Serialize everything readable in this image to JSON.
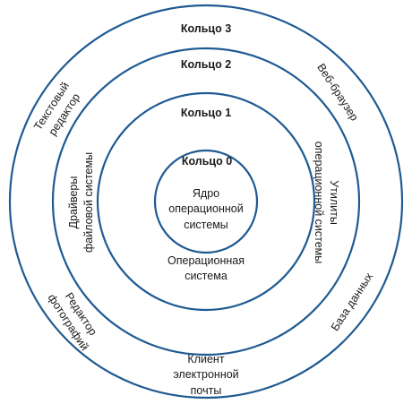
{
  "ring_colors": {
    "stroke": "#1f5a93",
    "text": "#1a1a1a",
    "background": "#ffffff"
  },
  "rings": {
    "ring0": {
      "title": "Кольцо 0"
    },
    "ring1": {
      "title": "Кольцо 1"
    },
    "ring2": {
      "title": "Кольцо 2"
    },
    "ring3": {
      "title": "Кольцо 3"
    }
  },
  "labels": {
    "kernel": [
      "Ядро",
      "операционной",
      "системы"
    ],
    "os": [
      "Операционная",
      "система"
    ],
    "fs_drivers": [
      "Драйверы",
      "файловой системы"
    ],
    "os_utilities": [
      "Утилиты",
      "операционной системы"
    ],
    "text_editor": [
      "Текстовый",
      "редактор"
    ],
    "web_browser": [
      "Веб-браузер"
    ],
    "photo_editor": [
      "Редактор",
      "фотографий"
    ],
    "database": [
      "База данных"
    ],
    "email_client": [
      "Клиент",
      "электронной",
      "почты"
    ]
  }
}
